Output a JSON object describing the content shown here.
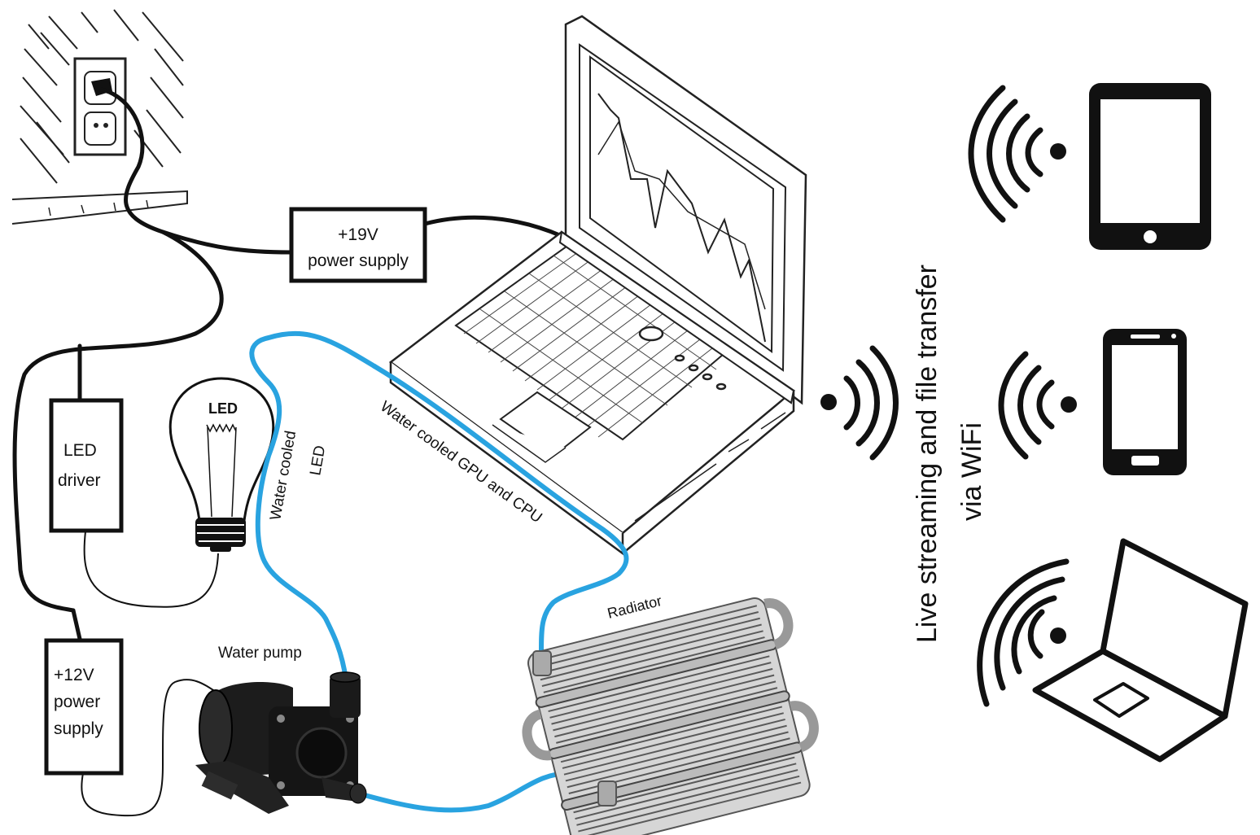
{
  "labels": {
    "psu19_line1": "+19V",
    "psu19_line2": "power supply",
    "led_driver_line1": "LED",
    "led_driver_line2": "driver",
    "psu12_line1": "+12V",
    "psu12_line2": "power",
    "psu12_line3": "supply",
    "bulb_text": "LED",
    "water_led_line1": "Water cooled",
    "water_led_line2": "LED",
    "water_gpu": "Water cooled GPU and CPU",
    "water_pump": "Water pump",
    "radiator": "Radiator",
    "wifi_line1": "Live streaming and file transfer",
    "wifi_line2": "via WiFi"
  },
  "colors": {
    "tube": "#29a3e0",
    "wire": "#111111",
    "pump": "#1c1c1c",
    "radiator": "#8a8a8a"
  },
  "icons": [
    "wall-outlet-icon",
    "laptop-icon",
    "light-bulb-icon",
    "water-pump-icon",
    "radiator-icon",
    "wifi-signal-icon",
    "tablet-icon",
    "smartphone-icon",
    "laptop-outline-icon"
  ]
}
